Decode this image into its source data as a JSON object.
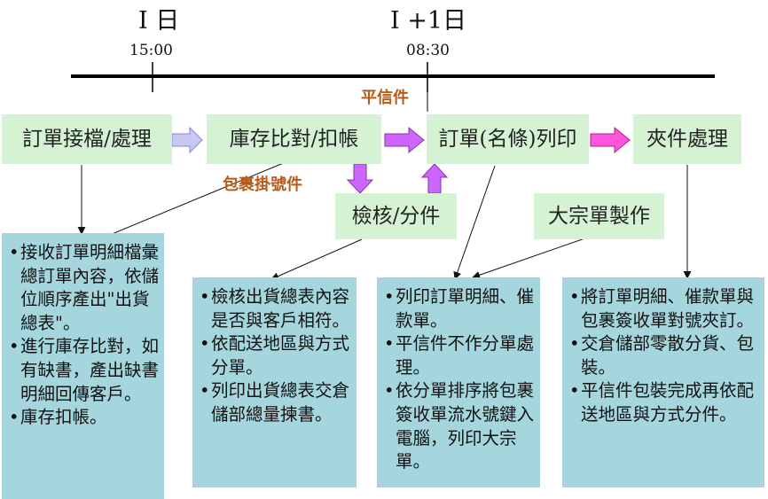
{
  "timeline": {
    "day1": "I 日",
    "day1_time": "15:00",
    "day2": "I +1日",
    "day2_time": "08:30"
  },
  "notes": {
    "flat_mail": "平信件",
    "parcel_registered": "包裹掛號件"
  },
  "steps": {
    "order_receive": "訂單接檔/處理",
    "stock_compare": "庫存比對/扣帳",
    "order_print": "訂單(名條)列印",
    "clip_process": "夾件處理",
    "check_sort": "檢核/分件",
    "bulk_make": "大宗單製作"
  },
  "details": {
    "order_receive": [
      "接收訂單明細檔彙總訂單內容，依儲位順序產出\"出貨總表\"。",
      "進行庫存比對，如有缺書，產出缺書明細回傳客戶。",
      "庫存扣帳。"
    ],
    "check_sort": [
      "檢核出貨總表內容是否與客戶相符。",
      "依配送地區與方式分單。",
      "列印出貨總表交倉儲部總量揀書。"
    ],
    "order_print": [
      "列印訂單明細、催款單。",
      "平信件不作分單處理。",
      "依分單排序將包裹簽收單流水號鍵入電腦，列印大宗單。"
    ],
    "clip_process": [
      "將訂單明細、催款單與包裹簽收單對號夾訂。",
      "交倉儲部零散分貨、包裝。",
      "平信件包裝完成再依配送地區與方式分件。"
    ]
  },
  "colors": {
    "step_fill": "#d5f2d5",
    "detail_fill": "#a5d6de",
    "note_text": "#b85a1a",
    "arrow_purple": "#cc66ff",
    "arrow_magenta": "#ff55dd",
    "arrow_lavender": "#c8c8f5"
  }
}
